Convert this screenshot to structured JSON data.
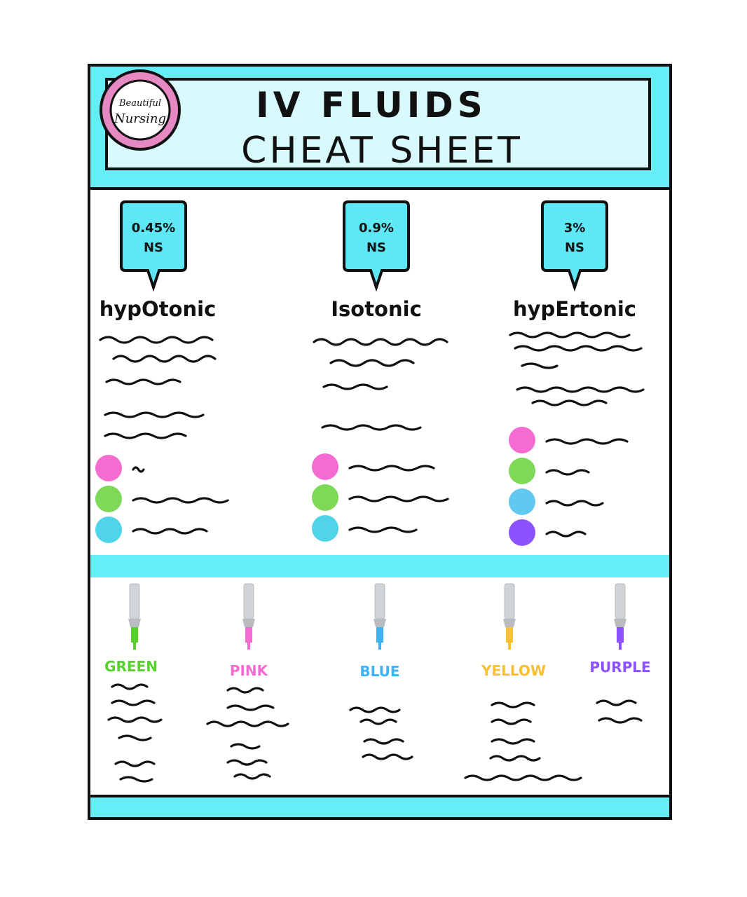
{
  "logo": {
    "line1": "Beautiful",
    "line2": "Nursing"
  },
  "header": {
    "title": "IV FLUIDS",
    "subtitle": "CHEAT SHEET"
  },
  "fluids": [
    {
      "bubble_line1": "0.45%",
      "bubble_line2": "NS",
      "tonicity": "hypOtonic",
      "dots": [
        "#f46bd1",
        "#7ed957",
        "#4fd4ea"
      ]
    },
    {
      "bubble_line1": "0.9%",
      "bubble_line2": "NS",
      "tonicity": "Isotonic",
      "dots": [
        "#f46bd1",
        "#7ed957",
        "#4fd4ea"
      ]
    },
    {
      "bubble_line1": "3%",
      "bubble_line2": "NS",
      "tonicity": "hypErtonic",
      "dots": [
        "#f46bd1",
        "#7ed957",
        "#63c8f0",
        "#8c52ff"
      ]
    }
  ],
  "catheters": [
    {
      "label": "GREEN",
      "color": "#59d12c"
    },
    {
      "label": "PINK",
      "color": "#f46bd1"
    },
    {
      "label": "BLUE",
      "color": "#3fb2f2"
    },
    {
      "label": "YELLOW",
      "color": "#fbbf33"
    },
    {
      "label": "PURPLE",
      "color": "#8c52ff"
    }
  ],
  "colors": {
    "frame": "#66eef7",
    "title_box": "#d9fafd",
    "bubble": "#5ee7f5",
    "logo_ring": "#e688c2"
  }
}
